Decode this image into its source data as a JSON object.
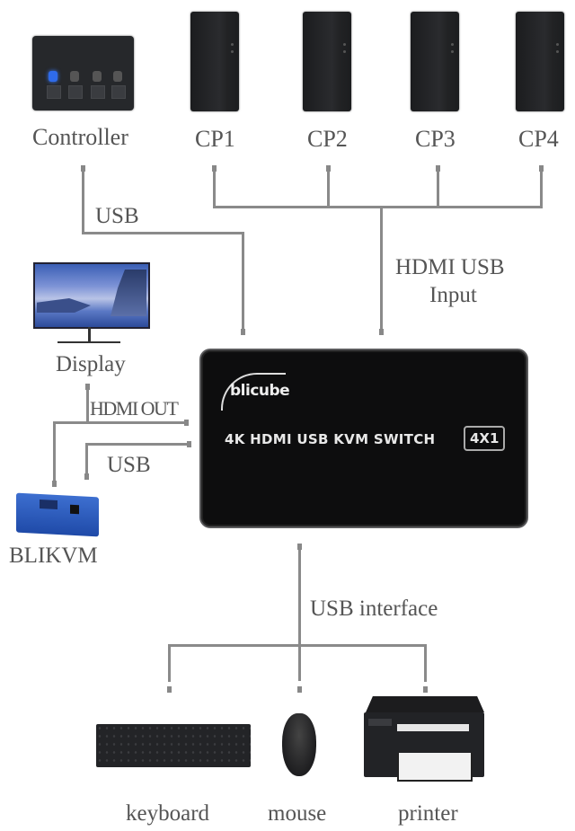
{
  "diagram": {
    "title": "4K HDMI USB KVM Switch 4X1 connection diagram",
    "nodes": {
      "controller": {
        "label": "Controller",
        "icon": "controller-keypad-icon"
      },
      "computers": [
        {
          "label": "CP1",
          "icon": "pc-tower-icon"
        },
        {
          "label": "CP2",
          "icon": "pc-tower-icon"
        },
        {
          "label": "CP3",
          "icon": "pc-tower-icon"
        },
        {
          "label": "CP4",
          "icon": "pc-tower-icon"
        }
      ],
      "display": {
        "label": "Display",
        "icon": "monitor-icon"
      },
      "blikvm": {
        "label": "BLIKVM",
        "icon": "blikvm-device-icon"
      },
      "kvm_switch": {
        "brand": "blicube",
        "model": "4K HDMI USB KVM SWITCH",
        "badge": "4X1",
        "accent": "#0d0d0e"
      },
      "peripherals": [
        {
          "label": "keyboard",
          "icon": "keyboard-icon"
        },
        {
          "label": "mouse",
          "icon": "mouse-icon"
        },
        {
          "label": "printer",
          "icon": "printer-icon"
        }
      ]
    },
    "connections": {
      "controller_usb": "USB",
      "pc_input": "HDMI USB\nInput",
      "pc_input_line1": "HDMI USB",
      "pc_input_line2": "Input",
      "hdmi_out": "HDMI OUT",
      "blikvm_usb": "USB",
      "usb_interface": "USB interface"
    },
    "colors": {
      "wire": "#8a8a8a",
      "text": "#555555",
      "controller_led": "#2f6bea",
      "blikvm_body": "#2f5fc4"
    }
  }
}
